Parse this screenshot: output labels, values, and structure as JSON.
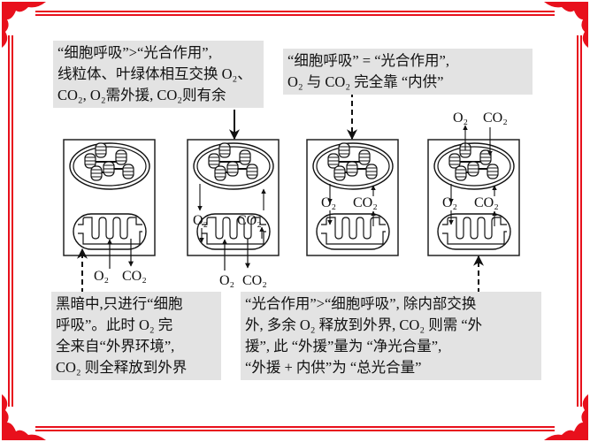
{
  "colors": {
    "frame": "#e8101c",
    "box_bg": "#e3e3e3",
    "ink": "#111111"
  },
  "box_a": {
    "lines": [
      "“细胞呼吸”>“光合作用”,",
      "线粒体、叶绿体相互交换 O₂、",
      "CO₂, O₂需外援, CO₂则有余"
    ]
  },
  "box_b": {
    "lines": [
      "“细胞呼吸” = “光合作用”,",
      "O₂ 与 CO₂ 完全靠 “内供”"
    ]
  },
  "box_c": {
    "lines": [
      "黑暗中,只进行“细胞",
      "呼吸”。此时 O₂ 完",
      "全来自“外界环境”,",
      "CO₂ 则全释放到外界"
    ]
  },
  "box_d": {
    "lines": [
      "“光合作用”>“细胞呼吸”, 除内部交换",
      "外, 多余 O₂ 释放到外界, CO₂ 则需 “外",
      "援”, 此 “外援”量为 “净光合量”,",
      "“外援 + 内供”为 “总光合量”"
    ]
  },
  "labels": {
    "o2": "O₂",
    "co2": "CO₂"
  }
}
